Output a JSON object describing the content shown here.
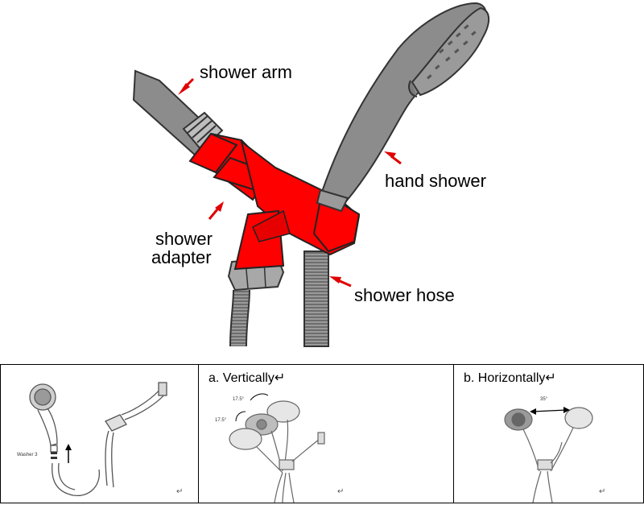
{
  "labels": {
    "shower_arm": "shower arm",
    "hand_shower": "hand shower",
    "shower_adapter_line1": "shower",
    "shower_adapter_line2": "adapter",
    "shower_hose": "shower hose"
  },
  "panels": {
    "panel1": {
      "washer_label": "Washer 3"
    },
    "panel2": {
      "title": "a.  Vertically↵",
      "angle_top": "17.5°",
      "angle_bottom": "17.5°"
    },
    "panel3": {
      "title": "b.  Horizontally↵",
      "angle": "35°"
    },
    "return_mark": "↵"
  },
  "colors": {
    "adapter_red": "#ff0000",
    "arrow_red": "#e00000",
    "metal_gray": "#8c8c8c",
    "outline": "#333333"
  }
}
